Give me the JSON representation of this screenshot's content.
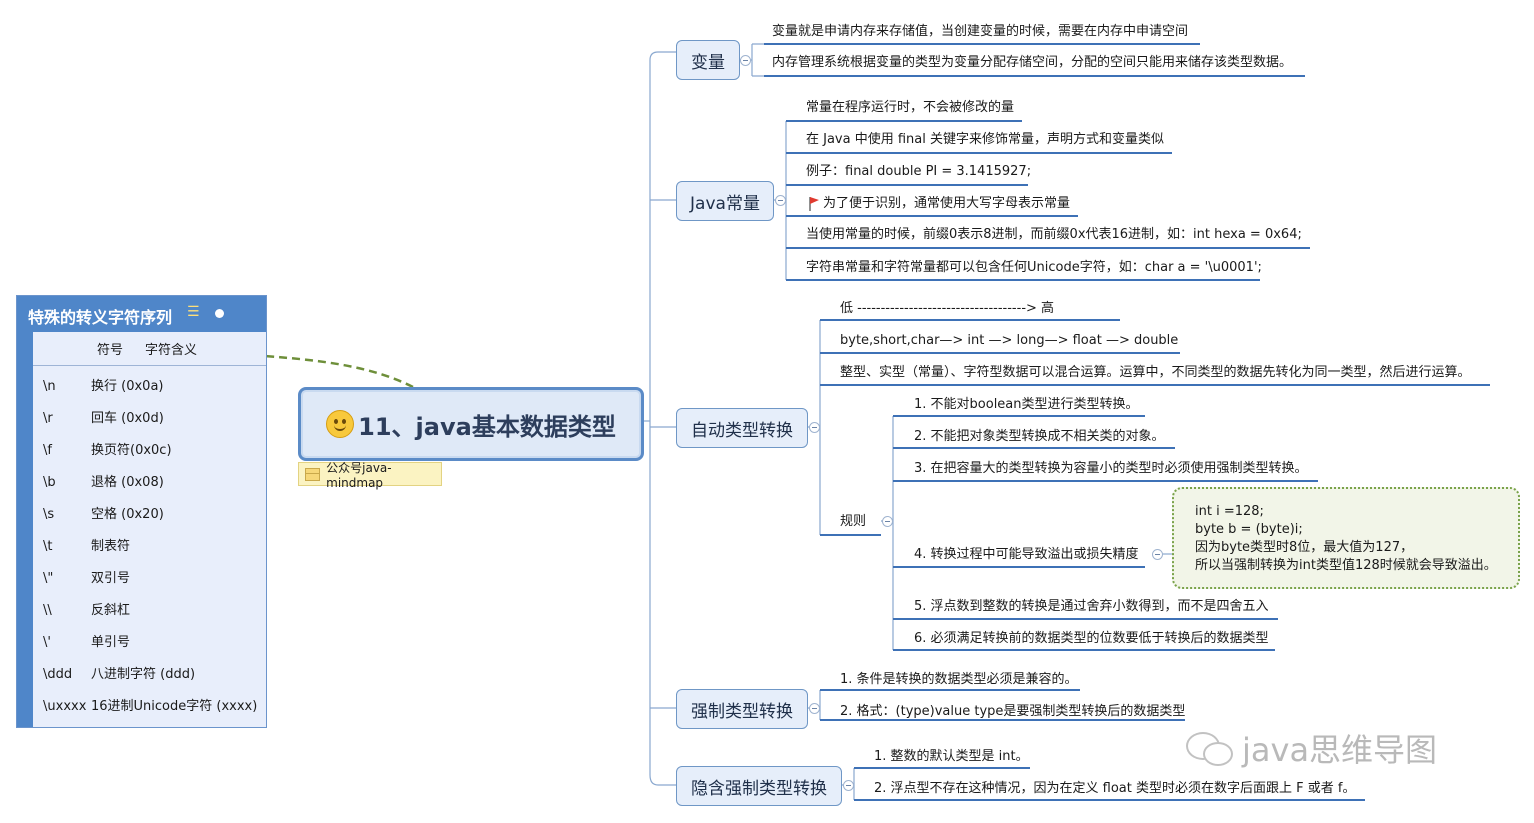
{
  "root": {
    "title": "11、java基本数据类型",
    "note": "公众号java-mindmap"
  },
  "escape_table": {
    "title": "特殊的转义字符序列",
    "col_symbol": "符号",
    "col_meaning": "字符含义",
    "rows": [
      {
        "sym": "\\n",
        "desc": "换行 (0x0a)"
      },
      {
        "sym": "\\r",
        "desc": "回车 (0x0d)"
      },
      {
        "sym": "\\f",
        "desc": "换页符(0x0c)"
      },
      {
        "sym": "\\b",
        "desc": "退格 (0x08)"
      },
      {
        "sym": "\\s",
        "desc": "空格 (0x20)"
      },
      {
        "sym": "\\t",
        "desc": "制表符"
      },
      {
        "sym": "\\\"",
        "desc": "双引号"
      },
      {
        "sym": "\\\\",
        "desc": "反斜杠"
      },
      {
        "sym": "\\'",
        "desc": "单引号"
      },
      {
        "sym": "\\ddd",
        "desc": "八进制字符 (ddd)"
      },
      {
        "sym": "\\uxxxx",
        "desc": "16进制Unicode字符 (xxxx)"
      }
    ]
  },
  "branches": {
    "variable": {
      "label": "变量",
      "items": [
        "变量就是申请内存来存储值，当创建变量的时候，需要在内存中申请空间",
        "内存管理系统根据变量的类型为变量分配存储空间，分配的空间只能用来储存该类型数据。"
      ]
    },
    "constant": {
      "label": "Java常量",
      "items": [
        "常量在程序运行时，不会被修改的量",
        "在 Java 中使用 final 关键字来修饰常量，声明方式和变量类似",
        "例子：final double PI = 3.1415927;",
        "为了便于识别，通常使用大写字母表示常量",
        "当使用常量的时候，前缀0表示8进制，而前缀0x代表16进制，如：int hexa =  0x64;",
        "字符串常量和字符常量都可以包含任何Unicode字符，如：char a = '\\u0001';"
      ]
    },
    "auto": {
      "label": "自动类型转换",
      "items": [
        "低  ------------------------------------>  高",
        "byte,short,char—> int —> long—> float —> double",
        "整型、实型（常量）、字符型数据可以混合运算。运算中，不同类型的数据先转化为同一类型，然后进行运算。"
      ],
      "rules_label": "规则",
      "rules": [
        "1. 不能对boolean类型进行类型转换。",
        "2. 不能把对象类型转换成不相关类的对象。",
        "3. 在把容量大的类型转换为容量小的类型时必须使用强制类型转换。",
        "4. 转换过程中可能导致溢出或损失精度",
        "5. 浮点数到整数的转换是通过舍弃小数得到，而不是四舍五入",
        "6. 必须满足转换前的数据类型的位数要低于转换后的数据类型"
      ],
      "callout": [
        "int i =128;",
        "byte b = (byte)i;",
        "因为byte类型时8位，最大值为127，",
        "所以当强制转换为int类型值128时候就会导致溢出。"
      ]
    },
    "forced": {
      "label": "强制类型转换",
      "items": [
        "1. 条件是转换的数据类型必须是兼容的。",
        "2. 格式：(type)value type是要强制类型转换后的数据类型"
      ]
    },
    "implicit": {
      "label": "隐含强制类型转换",
      "items": [
        "1. 整数的默认类型是 int。",
        "2. 浮点型不存在这种情况，因为在定义 float 类型时必须在数字后面跟上 F 或者 f。"
      ]
    }
  },
  "watermark": "java思维导图",
  "colors": {
    "line": "#7a9cc6",
    "underline": "#3e71b6",
    "accent": "#4f86c9",
    "dash": "#6e8f3a"
  }
}
